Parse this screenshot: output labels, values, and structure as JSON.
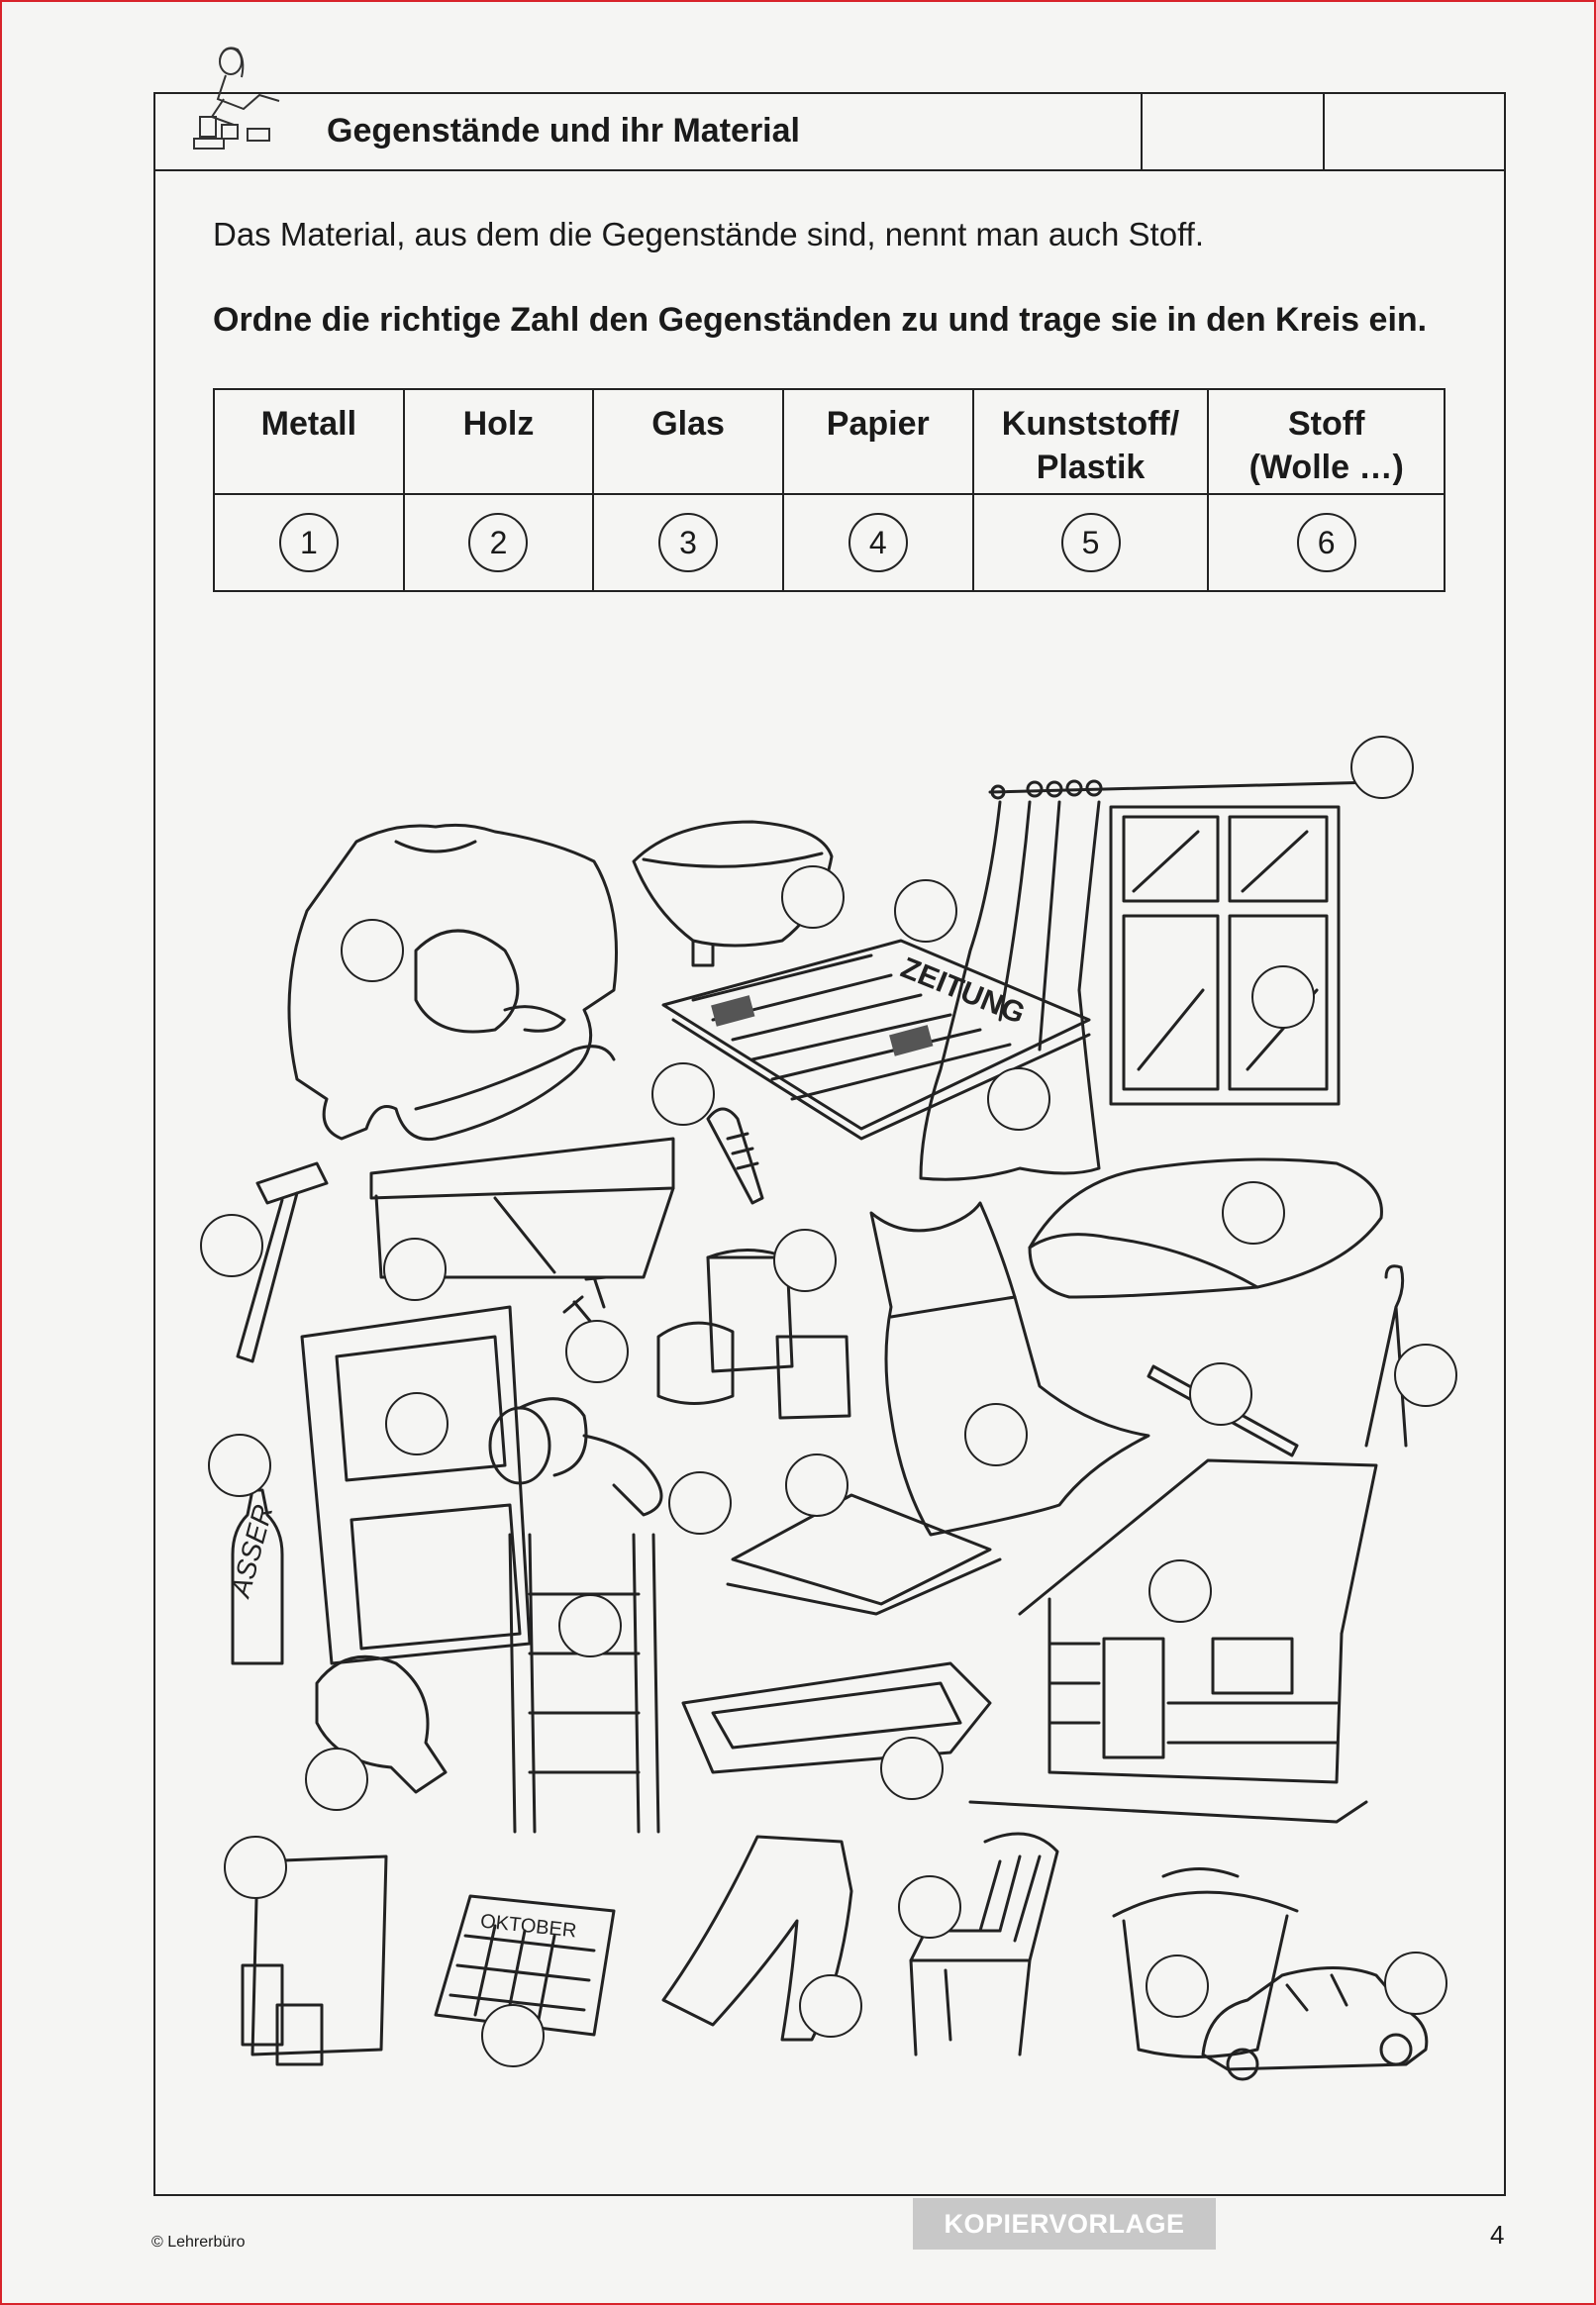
{
  "header": {
    "title": "Gegenstände und ihr Material"
  },
  "intro": "Das Material, aus dem die Gegenstände sind, nennt man auch Stoff.",
  "task": "Ordne die richtige Zahl den Gegenständen zu und trage sie in den Kreis ein.",
  "materials": [
    {
      "label_line1": "Metall",
      "label_line2": "",
      "number": "1"
    },
    {
      "label_line1": "Holz",
      "label_line2": "",
      "number": "2"
    },
    {
      "label_line1": "Glas",
      "label_line2": "",
      "number": "3"
    },
    {
      "label_line1": "Papier",
      "label_line2": "",
      "number": "4"
    },
    {
      "label_line1": "Kunststoff/",
      "label_line2": "Plastik",
      "number": "5"
    },
    {
      "label_line1": "Stoff",
      "label_line2": "(Wolle …)",
      "number": "6"
    }
  ],
  "illustration_text": {
    "newspaper": "ZEITUNG",
    "bottle": "ASSER",
    "calendar": "OKTOBER"
  },
  "footer": {
    "copyright": "© Lehrerbüro",
    "badge": "KOPIERVORLAGE",
    "page_number": "4"
  }
}
